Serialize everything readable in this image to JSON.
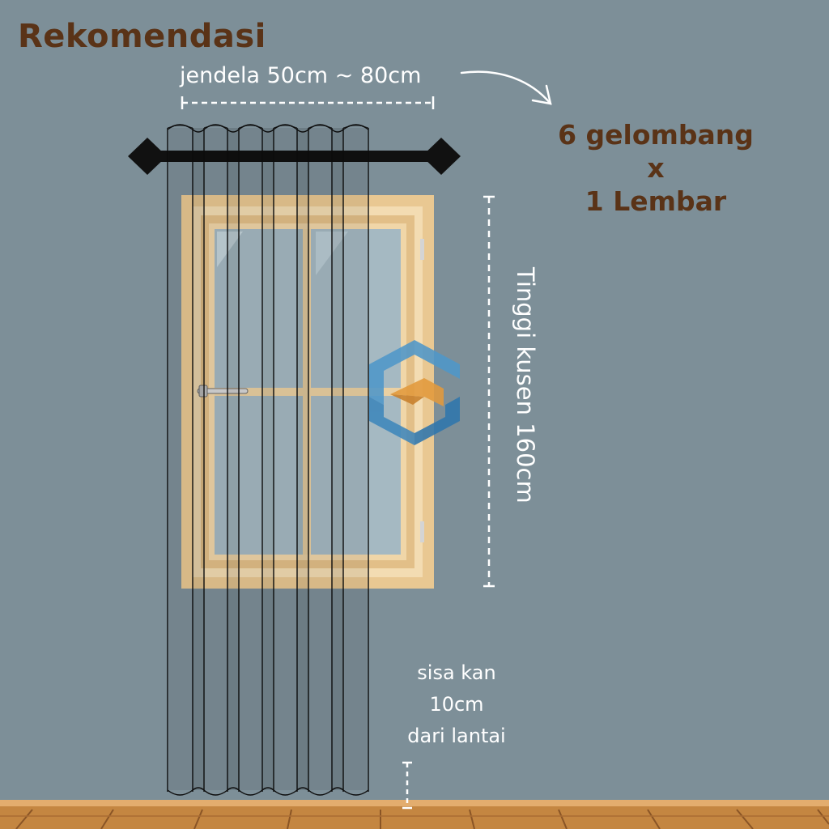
{
  "title": "Rekomendasi",
  "window_width_label": "jendela 50cm ~ 80cm",
  "recommendation": {
    "waves": "6 gelombang",
    "times": "x",
    "sheets": "1 Lembar"
  },
  "frame_height_label": "Tinggi kusen 160cm",
  "floor_note": {
    "line1": "sisa kan",
    "line2": "10cm",
    "line3": "dari lantai"
  },
  "colors": {
    "wall": "#7d8f98",
    "title_brown": "#5a3317",
    "frame_wood": "#edcfa0",
    "floor": "#c98a45"
  }
}
